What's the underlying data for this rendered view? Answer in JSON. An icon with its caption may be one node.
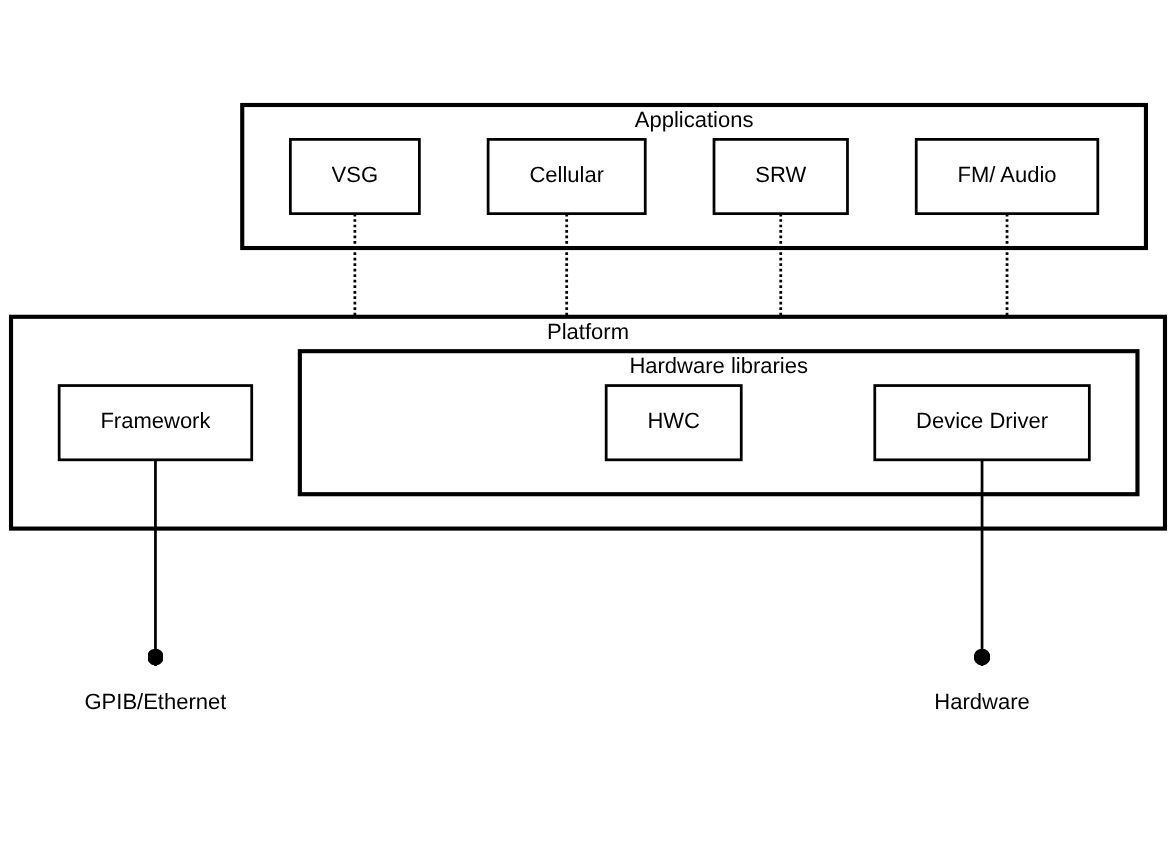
{
  "diagram": {
    "nodes": [
      {
        "text": [
          "Applications"
        ]
      },
      {
        "text": [
          "VSG"
        ],
        "in": 0
      },
      {
        "text": [
          "Cellular"
        ],
        "in": 0
      },
      {
        "text": [
          "SRW"
        ],
        "in": 0
      },
      {
        "text": [
          "FM/ Audio"
        ],
        "in": 0
      },
      {
        "text": [
          "Platform"
        ]
      },
      {
        "text": [
          "Framework"
        ],
        "in": 5
      },
      {
        "text": [
          "Hardware libraries"
        ],
        "in": 5
      },
      {
        "text": [
          "HWC"
        ],
        "in": 7
      },
      {
        "text": [
          "Device Driver"
        ],
        "in": 7
      },
      {
        "text": [
          "GPIB/Ethernet"
        ]
      },
      {
        "text": [
          "Hardware"
        ]
      }
    ],
    "edges": [
      {
        "from": 1,
        "to": 5,
        "arrow": "none",
        "style": "dashed"
      },
      {
        "from": 2,
        "to": 5,
        "arrow": "none",
        "style": "dashed"
      },
      {
        "from": 3,
        "to": 5,
        "arrow": "none",
        "style": "dashed"
      },
      {
        "from": 4,
        "to": 5,
        "arrow": "none",
        "style": "dashed"
      },
      {
        "from": 6,
        "to": 10,
        "arrow": "other"
      },
      {
        "from": 9,
        "to": 11,
        "arrow": "other"
      }
    ]
  }
}
